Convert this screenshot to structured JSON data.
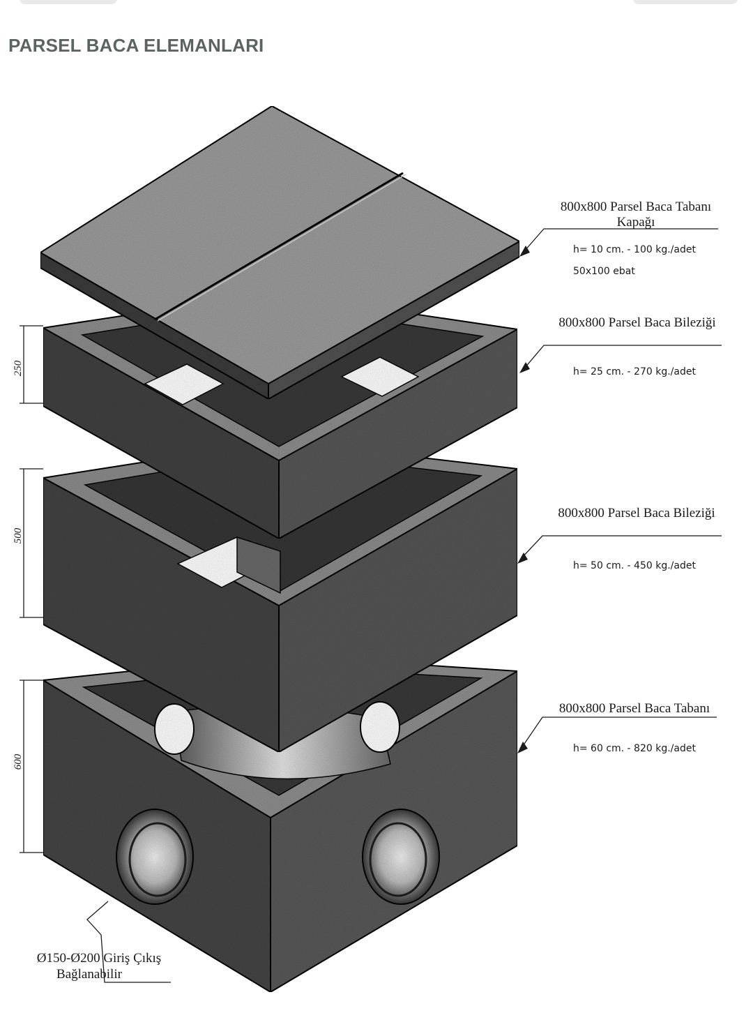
{
  "page": {
    "title": "PARSEL BACA ELEMANLARI"
  },
  "components": [
    {
      "name": "800x800 Parsel Baca Tabanı",
      "name_line2": "Kapağı",
      "spec1": "h= 10 cm. - 100 kg./adet",
      "spec2": "50x100 ebat"
    },
    {
      "name": "800x800 Parsel Baca Bileziği",
      "spec1": "h= 25 cm. - 270 kg./adet"
    },
    {
      "name": "800x800 Parsel Baca Bileziği",
      "spec1": "h= 50 cm. - 450 kg./adet"
    },
    {
      "name": "800x800 Parsel Baca Tabanı",
      "spec1": "h= 60 cm. - 820 kg./adet"
    }
  ],
  "dimensions": [
    "250",
    "500",
    "600"
  ],
  "note": {
    "line1": "Ø150-Ø200 Giriş Çıkış",
    "line2": "Bağlanabilir"
  },
  "colors": {
    "title": "#5b6460",
    "concrete_top": "#9a9a9a",
    "concrete_left": "#4a4a4a",
    "concrete_right": "#5c5c5c"
  }
}
